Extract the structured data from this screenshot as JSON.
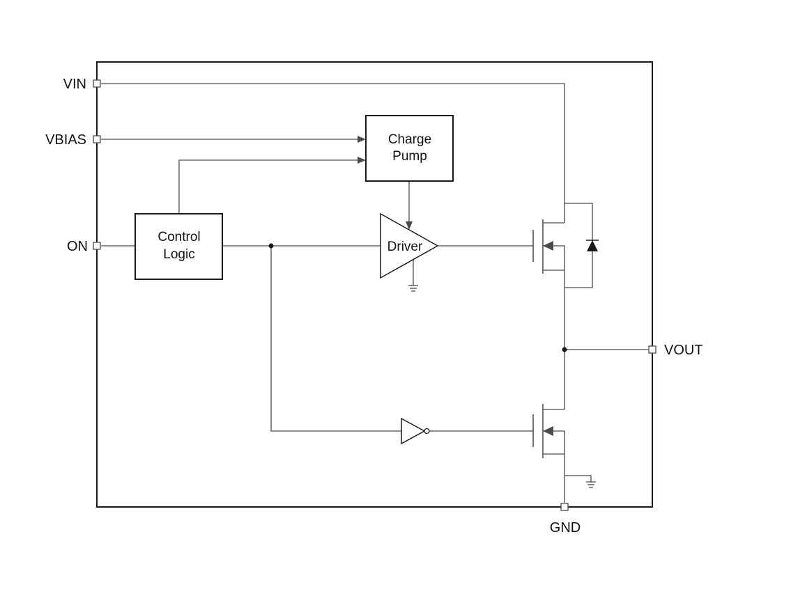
{
  "pins": {
    "vin": "VIN",
    "vbias": "VBIAS",
    "on": "ON",
    "vout": "VOUT",
    "gnd": "GND"
  },
  "blocks": {
    "charge_pump": [
      "Charge",
      "Pump"
    ],
    "control_logic": [
      "Control",
      "Logic"
    ],
    "driver": "Driver"
  }
}
